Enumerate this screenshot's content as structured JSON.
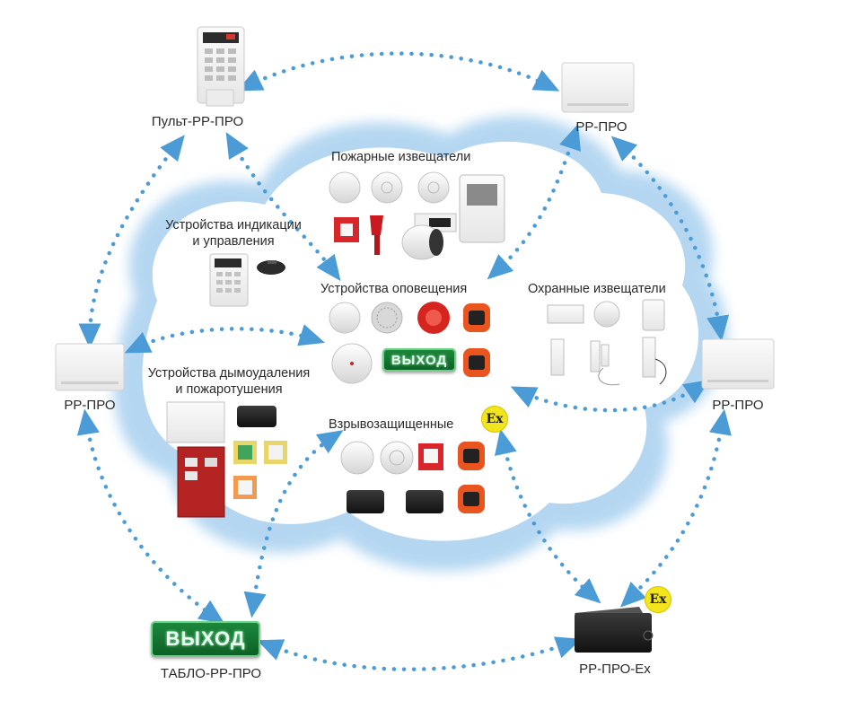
{
  "nodes": {
    "pult": "Пульт-РР-ПРО",
    "rr_top_right": "РР-ПРО",
    "rr_left": "РР-ПРО",
    "rr_right": "РР-ПРО",
    "tablo": "ТАБЛО-РР-ПРО",
    "rr_ex": "РР-ПРО-Ех"
  },
  "groups": {
    "fire_detectors": "Пожарные извещатели",
    "indication_line1": "Устройства индикации",
    "indication_line2": "и управления",
    "notification": "Устройства оповещения",
    "security_detectors": "Охранные извещатели",
    "smoke_line1": "Устройства дымоудаления",
    "smoke_line2": "и пожаротушения",
    "explosion_proof": "Взрывозащищенные"
  },
  "signs": {
    "exit_text": "ВЫХОД",
    "ex_mark": "Ex"
  },
  "colors": {
    "link_dots": "#4a9bd6",
    "cloud_glow": "#a9d1ef",
    "exit_green": "#127a33",
    "ex_yellow": "#f2e51d"
  }
}
